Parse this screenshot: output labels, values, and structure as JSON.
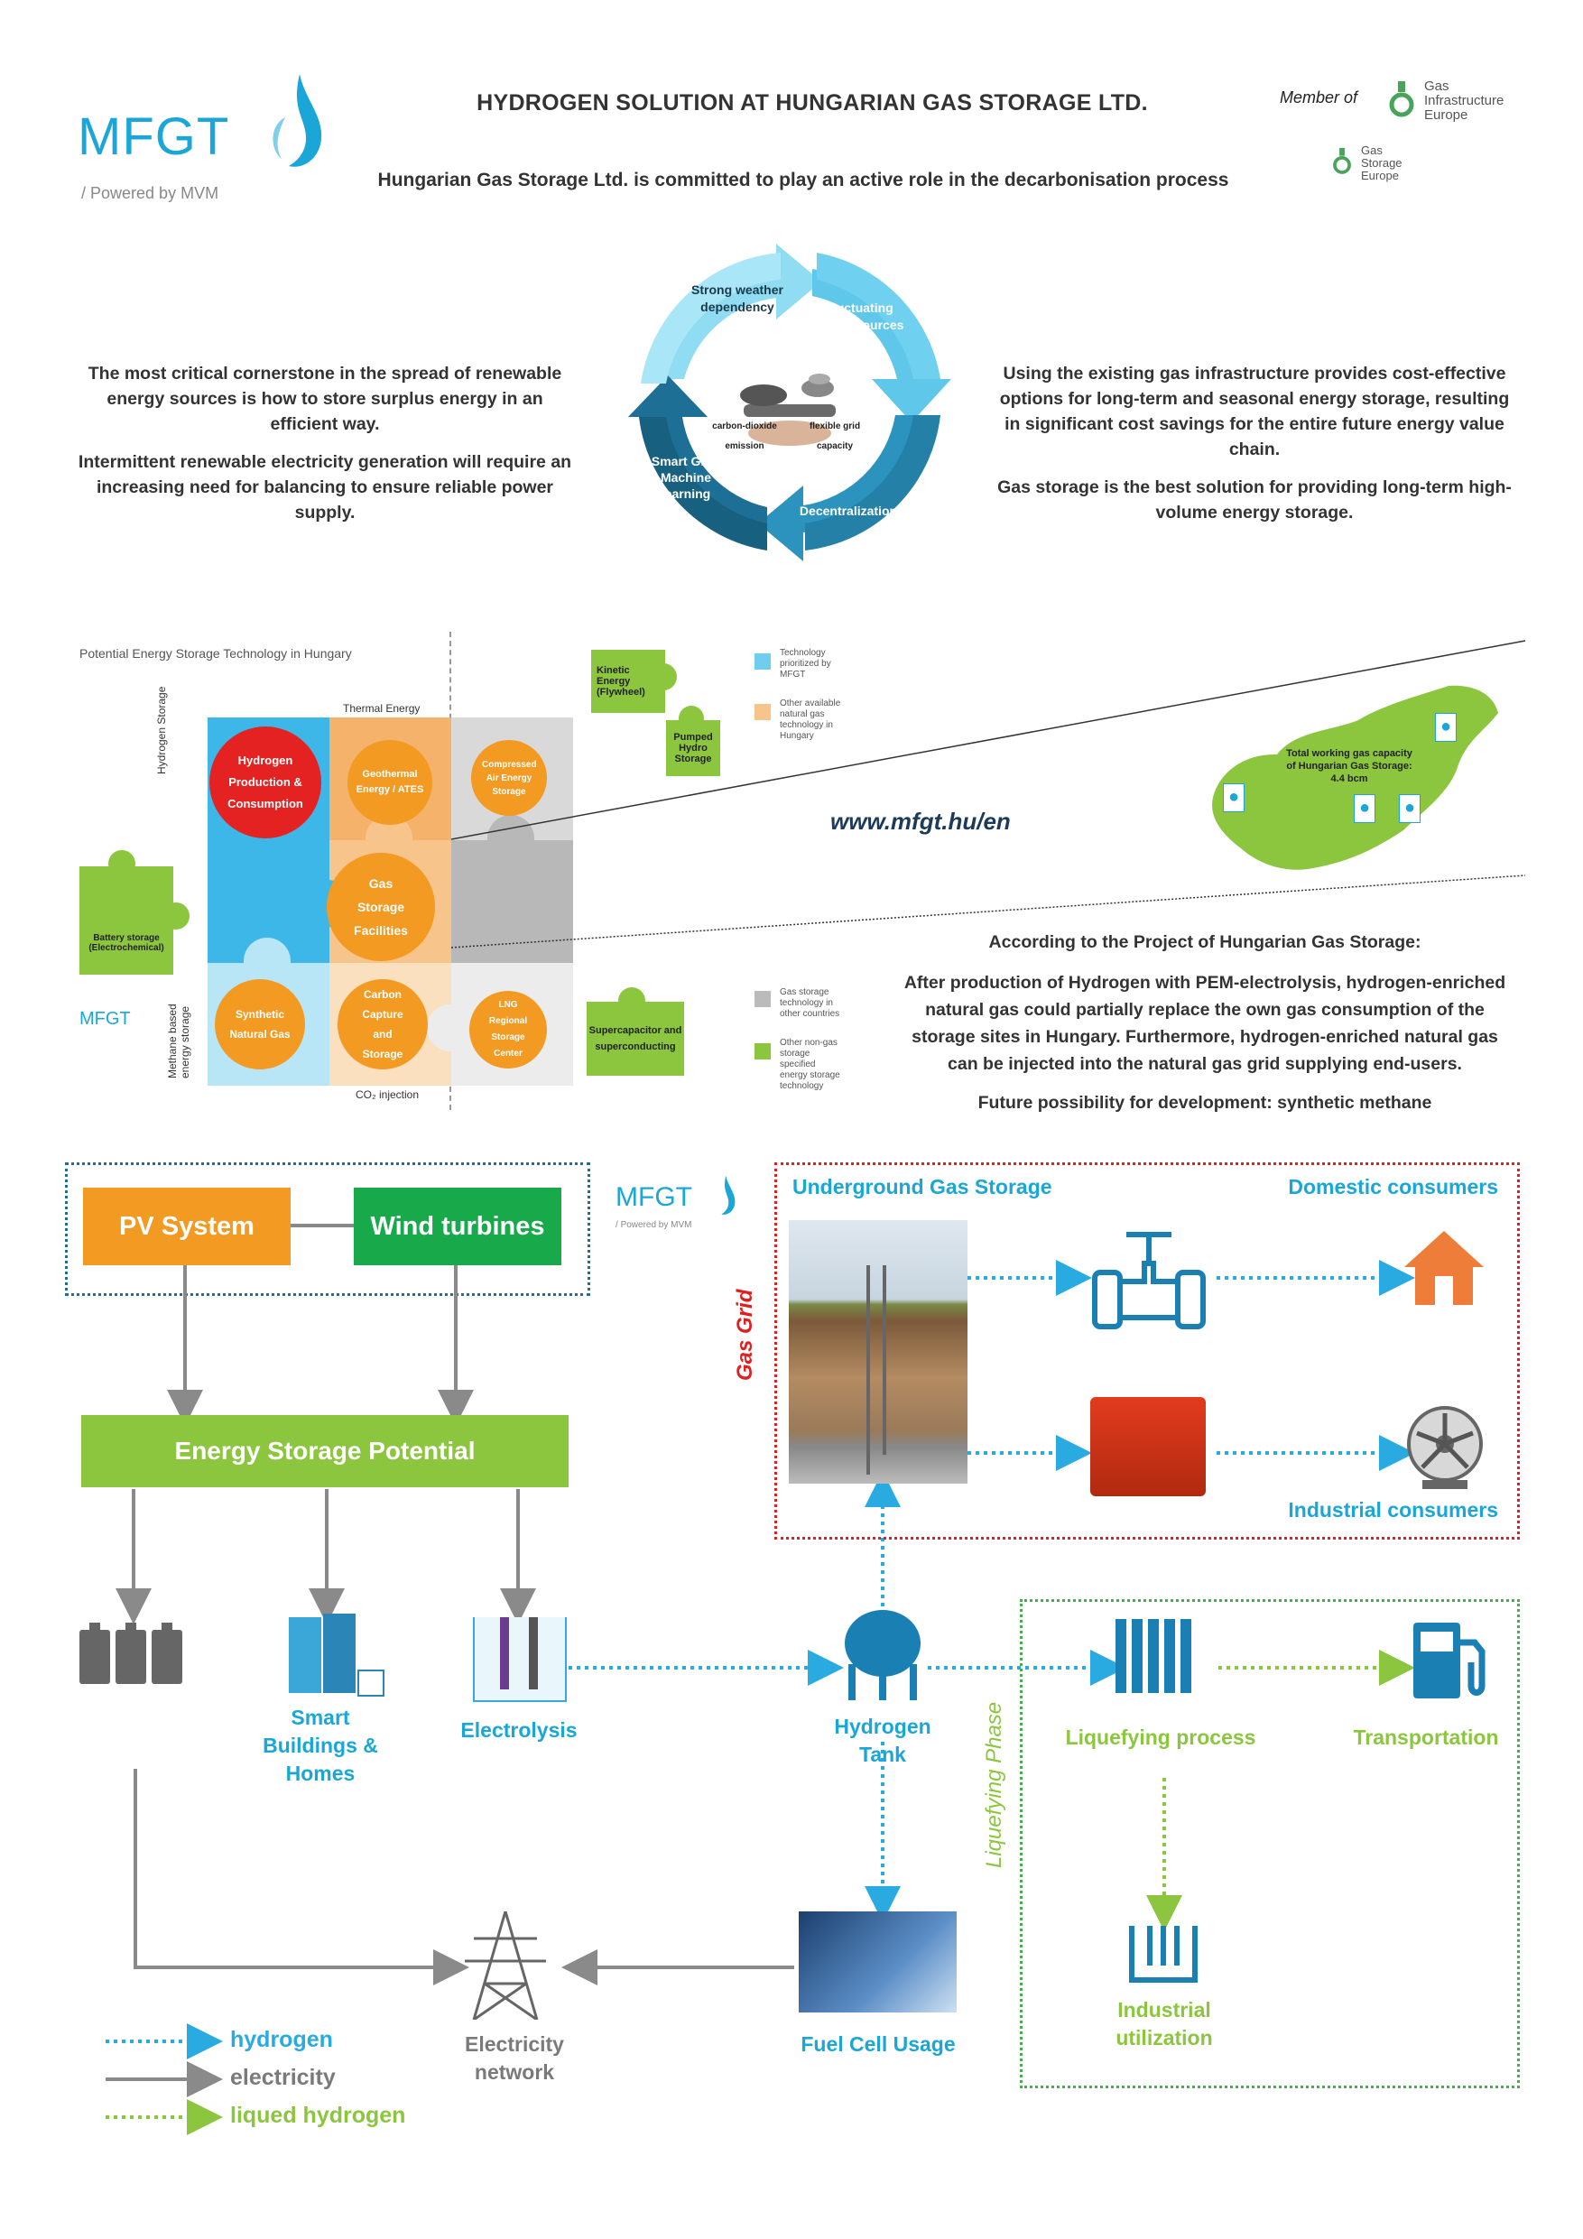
{
  "header": {
    "logo_text": "MFGT",
    "logo_tagline": "Powered by MVM",
    "title": "HYDROGEN SOLUTION AT HUNGARIAN GAS STORAGE LTD.",
    "subtitle": "Hungarian Gas Storage Ltd. is committed to play an active role in the decarbonisation process",
    "member_of": "Member of",
    "gie_lines": [
      "Gas",
      "Infrastructure",
      "Europe"
    ],
    "gse_lines": [
      "Gas",
      "Storage",
      "Europe"
    ]
  },
  "intro": {
    "left_p1": "The most critical cornerstone in the spread of renewable energy sources is how to store surplus energy in an efficient way.",
    "left_p2": "Intermittent renewable electricity generation will require an increasing need for balancing to ensure reliable power supply.",
    "right_p1": "Using the existing gas infrastructure provides cost-effective options for long-term and seasonal energy storage, resulting in significant cost savings for the entire future energy value chain.",
    "right_p2": "Gas storage is the best solution for providing long-term high-volume energy storage."
  },
  "cycle": {
    "seg1": "Strong weather dependency",
    "seg2": "Fluctuating power sources",
    "seg3": "Decentralization",
    "seg4": "Smart Grid, Machine learning",
    "center_left_1": "carbon-dioxide",
    "center_left_2": "emission",
    "center_right_1": "flexible grid",
    "center_right_2": "capacity"
  },
  "puzzle": {
    "title": "Potential Energy Storage Technology in Hungary",
    "thermal_energy": "Thermal Energy",
    "hydrogen_storage": "Hydrogen Storage",
    "methane_storage": "Methane based energy storage",
    "co2_injection": "CO₂ injection",
    "c_hydrogen": "Hydrogen Production & Consumption",
    "c_geothermal": "Geothermal Energy / ATES",
    "c_compressed": "Compressed Air Energy Storage",
    "c_gas": "Gas Storage Facilities",
    "c_synthetic": "Synthetic Natural Gas",
    "c_ccs": "Carbon Capture and Storage",
    "c_lng": "LNG Regional Storage Center",
    "g_kinetic": "Kinetic Energy (Flywheel)",
    "g_pumped": "Pumped Hydro Storage",
    "g_battery": "Battery storage (Electrochemical)",
    "g_super": "Supercapacitor and superconducting",
    "leg1": "Technology prioritized by MFGT",
    "leg2": "Other available natural gas technology in Hungary",
    "leg3": "Gas storage technology in other countries",
    "leg4": "Other non-gas storage specified energy storage technology",
    "mfgt_small": "MFGT"
  },
  "map": {
    "url": "www.mfgt.hu/en",
    "capacity_text": "Total working gas capacity of Hungarian Gas Storage: 4.4 bcm"
  },
  "project": {
    "heading": "According to the Project of Hungarian Gas Storage:",
    "body": "After production of Hydrogen with PEM-electrolysis, hydrogen-enriched natural gas could partially replace the own gas consumption of the storage sites in Hungary. Furthermore, hydrogen-enriched natural gas can be injected into the natural gas grid supplying end-users.",
    "future": "Future possibility for development: synthetic methane"
  },
  "flow": {
    "pv": "PV System",
    "wind": "Wind turbines",
    "esp": "Energy Storage Potential",
    "mfgt": "MFGT",
    "mfgt_tag": "Powered by MVM",
    "smart_buildings": "Smart Buildings & Homes",
    "electrolysis": "Electrolysis",
    "hydrogen_tank": "Hydrogen Tank",
    "fuel_cell": "Fuel Cell Usage",
    "electricity_network": "Electricity network",
    "ugs": "Underground Gas Storage",
    "domestic": "Domestic consumers",
    "industrial": "Industrial consumers",
    "gas_grid": "Gas Grid",
    "liquefying_phase": "Liquefying Phase",
    "liquefying_process": "Liquefying process",
    "transportation": "Transportation",
    "industrial_utilization": "Industrial utilization"
  },
  "legend": {
    "hydrogen": "hydrogen",
    "electricity": "electricity",
    "liquid": "liqued hydrogen"
  },
  "colors": {
    "brand_blue": "#1aa7d8",
    "orange": "#f39a22",
    "green": "#8cc63f",
    "red": "#e02020",
    "dark_green": "#18a94a",
    "gray": "#7a7a7a"
  }
}
